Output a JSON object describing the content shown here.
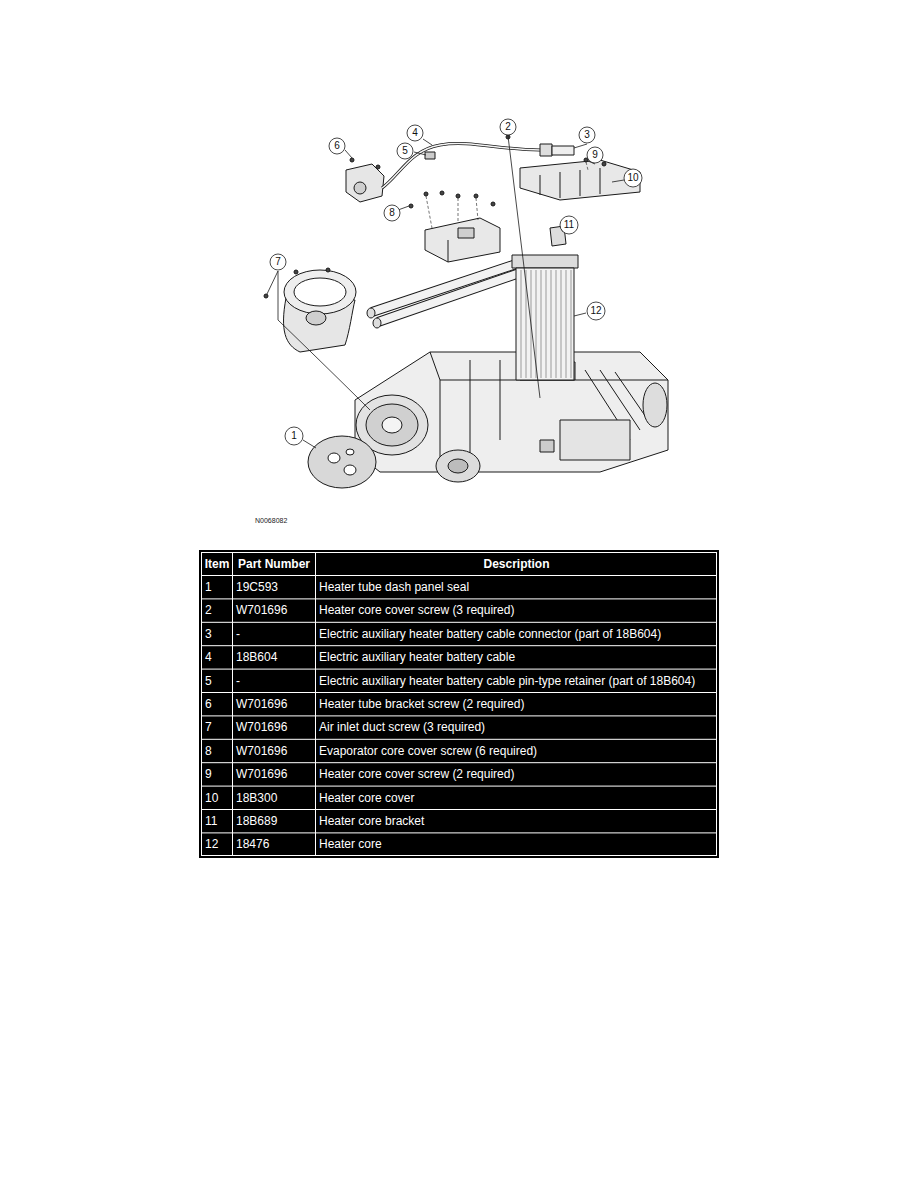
{
  "diagram": {
    "labels": [
      "6",
      "4",
      "2",
      "3",
      "5",
      "9",
      "10",
      "8",
      "11",
      "7",
      "12",
      "1",
      "N0068082",
      "Item",
      "Part Number",
      "Description",
      "1",
      "19C593",
      "Heater tube dash panel seal",
      "2",
      "W701696",
      "Heater core cover screw (3 required)",
      "3",
      "-",
      "Electric auxiliary heater battery cable connector (part of 18B604)",
      "4",
      "18B604",
      "Electric auxiliary heater battery cable",
      "5",
      "-",
      "Electric auxiliary heater battery cable pin-type retainer (part of 18B604)",
      "6",
      "W701696",
      "Heater tube bracket screw (2 required)",
      "7",
      "W701696",
      "Air inlet duct screw (3 required)",
      "8",
      "W701696",
      "Evaporator core cover screw (6 required)",
      "9",
      "W701696",
      "Heater core cover screw (2 required)",
      "10",
      "18B300",
      "Heater core cover",
      "11",
      "18B689",
      "Heater core bracket",
      "12",
      "18476",
      "Heater core"
    ]
  }
}
